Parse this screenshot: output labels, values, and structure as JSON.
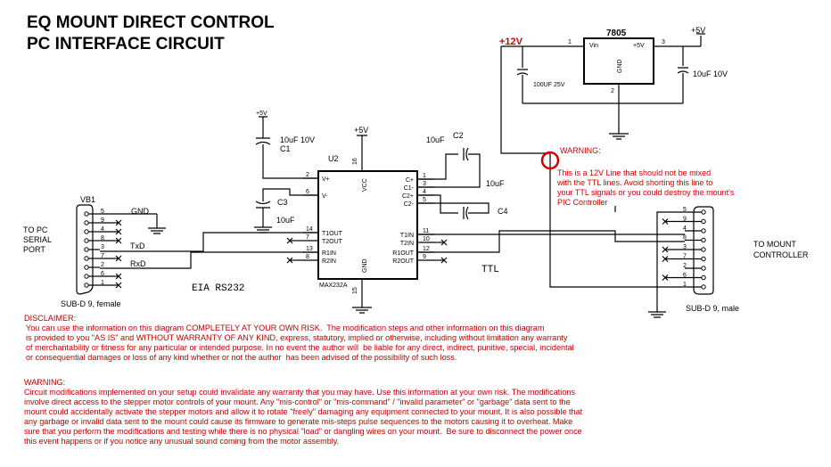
{
  "title": {
    "line1": "EQ MOUNT DIRECT CONTROL",
    "line2": "PC INTERFACE CIRCUIT"
  },
  "regulator": {
    "part": "7805",
    "vin": "Vin",
    "vout": "+5V",
    "gnd": "GND",
    "pin1": "1",
    "pin2": "2",
    "pin3": "3",
    "supply_in": "+12V",
    "supply_out": "+5V",
    "cap_in": "100UF 25V",
    "cap_out": "10uF 10V"
  },
  "max232": {
    "ref": "U2",
    "part": "MAX232A",
    "vcc_label": "VCC",
    "gnd_label": "GND",
    "supply": "+5V",
    "pins_left": [
      {
        "num": "2",
        "name": "V+"
      },
      {
        "num": "6",
        "name": "V-"
      },
      {
        "num": "14",
        "name": "T1OUT"
      },
      {
        "num": "7",
        "name": "T2OUT"
      },
      {
        "num": "13",
        "name": "R1IN"
      },
      {
        "num": "8",
        "name": "R2IN"
      }
    ],
    "pins_right": [
      {
        "num": "1",
        "name": "C+"
      },
      {
        "num": "3",
        "name": "C1-"
      },
      {
        "num": "4",
        "name": "C2+"
      },
      {
        "num": "5",
        "name": "C2-"
      },
      {
        "num": "11",
        "name": "T1IN"
      },
      {
        "num": "10",
        "name": "T2IN"
      },
      {
        "num": "12",
        "name": "R1OUT"
      },
      {
        "num": "9",
        "name": "R2OUT"
      }
    ],
    "pin_vcc": "16",
    "pin_gnd": "15"
  },
  "capacitors": {
    "c1": {
      "ref": "C1",
      "value": "10uF 10V",
      "supply": "+5V"
    },
    "c2": {
      "ref": "C2",
      "value": "10uF"
    },
    "c3": {
      "ref": "C3",
      "value": "10uF"
    },
    "c4": {
      "ref": "C4",
      "value": "10uF"
    }
  },
  "pc_side": {
    "ref": "VB1",
    "label": "TO PC\nSERIAL\nPORT",
    "label_lines": [
      "TO PC",
      "SERIAL",
      "PORT"
    ],
    "connector": "SUB-D 9, female",
    "pins": [
      "5",
      "9",
      "4",
      "8",
      "3",
      "7",
      "2",
      "6",
      "1"
    ],
    "gnd": "GND",
    "txd": "TxD",
    "rxd": "RxD",
    "bus": "EIA RS232"
  },
  "mount_side": {
    "label_lines": [
      "TO MOUNT",
      "CONTROLLER"
    ],
    "connector": "SUB-D 9, male",
    "pins": [
      "5",
      "9",
      "4",
      "8",
      "3",
      "7",
      "2",
      "6",
      "1"
    ],
    "bus": "TTL"
  },
  "warning_note": {
    "title": "WARNING:",
    "lines": [
      "This is a 12V Line that should not be mixed",
      "with the TTL lines. Avoid shorting this line to",
      "your TTL signals or you could destroy the mount's",
      "PIC Controller"
    ]
  },
  "disclaimer": {
    "title": "DISCLAIMER:",
    "lines": [
      "You can use the information on this diagram COMPLETELY AT YOUR OWN RISK.  The modification steps and other information on this diagram",
      "is provided to you \"AS IS\" and WITHOUT WARRANTY OF ANY KIND, express, statutory, implied or otherwise, including without limitation any warranty",
      "of merchantability or fitness for any particular or intended purpose. In no event the author will  be liable for any direct, indirect, punitive, special, incidental",
      "or consequential damages or loss of any kind whether or not the author  has been advised of the possibility of such loss."
    ]
  },
  "warning_footer": {
    "title": "WARNING:",
    "lines": [
      "Circuit modifications implemented on your setup could invalidate any warranty that you may have. Use this information at your own risk. The modifications",
      "involve direct access to the stepper motor controls of your mount. Any \"mis-control\" or \"mis-command\" / \"invalid parameter\" or \"garbage\" data sent to the",
      "mount could accidentally activate the stepper motors and allow it to rotate \"freely\" damaging any equipment connected to your mount. It is also possible that",
      "any garbage or invalid data sent to the mount could cause its firmware to generate mis-steps pulse sequences to the motors causing it to overheat. Make",
      "sure that you perform the modifications and testing while there is no physical \"load\" or dangling wires on your mount.  Be sure to disconnect the power once",
      "this event happens or if you notice any unusual sound coming from the motor assembly."
    ]
  },
  "colors": {
    "ink": "#000000",
    "warning": "#d40000",
    "background": "#ffffff"
  }
}
